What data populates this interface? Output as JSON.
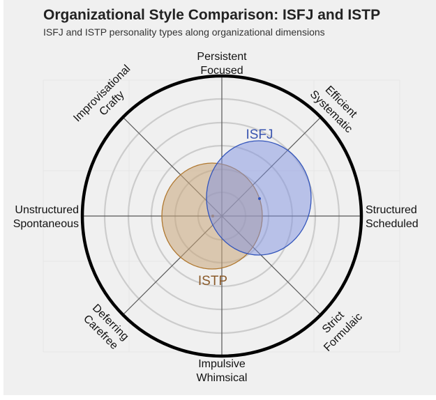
{
  "header": {
    "title": "Organizational Style Comparison: ISFJ and ISTP",
    "subtitle": "ISFJ and ISTP personality types along organizational dimensions"
  },
  "axes": {
    "top": [
      "Persistent",
      "Focused"
    ],
    "top_right": [
      "Efficient",
      "Systematic"
    ],
    "right": [
      "Structured",
      "Scheduled"
    ],
    "bottom_right": [
      "Strict",
      "Formulaic"
    ],
    "bottom": [
      "Impulsive",
      "Whimsical"
    ],
    "bottom_left": [
      "Deferring",
      "Carefree"
    ],
    "left": [
      "Unstructured",
      "Spontaneous"
    ],
    "top_left": [
      "Improvisational",
      "Crafty"
    ]
  },
  "series": {
    "isfj": {
      "label": "ISFJ",
      "color": "#3355bb",
      "fill": "#7f92e0",
      "text_color": "#3a55b0"
    },
    "istp": {
      "label": "ISTP",
      "color": "#b07830",
      "fill": "#c8a57a",
      "text_color": "#8a5a2a"
    }
  },
  "chart_data": {
    "type": "radar-ellipse",
    "title": "Organizational Style Comparison: ISFJ and ISTP",
    "subtitle": "ISFJ and ISTP personality types along organizational dimensions",
    "axes": [
      "Persistent / Focused",
      "Efficient / Systematic",
      "Structured / Scheduled",
      "Strict / Formulaic",
      "Impulsive / Whimsical",
      "Deferring / Carefree",
      "Unstructured / Spontaneous",
      "Improvisational / Crafty"
    ],
    "rings": 6,
    "range": [
      0,
      100
    ],
    "series": [
      {
        "name": "ISFJ",
        "center": {
          "x": 27,
          "y": 13
        },
        "spread": {
          "x": 37,
          "y": 41
        },
        "color": "#3355bb"
      },
      {
        "name": "ISTP",
        "center": {
          "x": -7,
          "y": 0
        },
        "spread": {
          "x": 36,
          "y": 38
        },
        "color": "#b07830"
      }
    ],
    "notes": "Coordinates relative to chart center in percent of outer radius; x positive toward Structured/Scheduled, y positive toward Persistent/Focused."
  }
}
